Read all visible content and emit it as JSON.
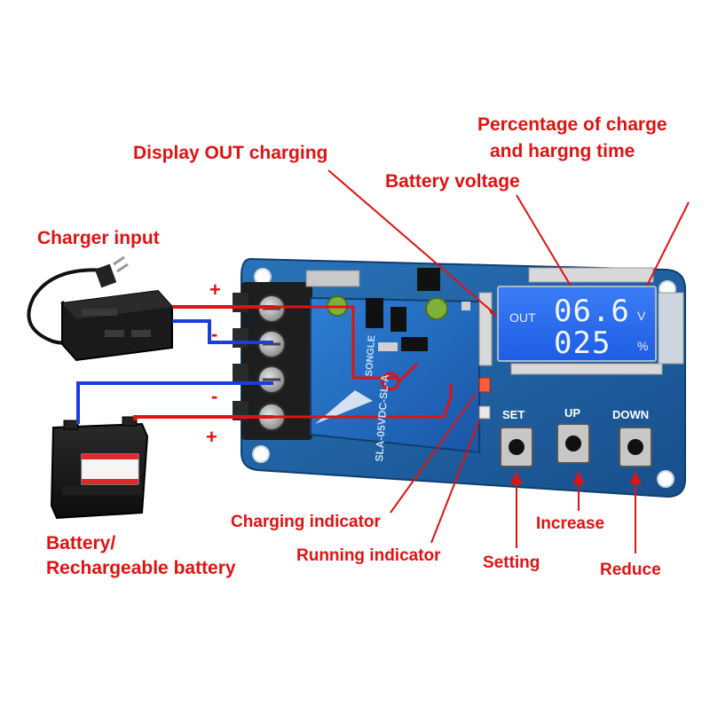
{
  "callouts": {
    "display_out": "Display OUT charging",
    "percentage_line1": "Percentage of charge",
    "percentage_line2": "and hargng time",
    "battery_voltage": "Battery voltage",
    "charger_input": "Charger input",
    "battery_line1": "Battery/",
    "battery_line2": "Rechargeable battery",
    "charging_indicator": "Charging indicator",
    "running_indicator": "Running indicator",
    "setting": "Setting",
    "increase": "Increase",
    "reduce": "Reduce"
  },
  "polarity": {
    "top_plus": "+",
    "top_minus": "-",
    "bottom_minus": "-",
    "bottom_plus": "+"
  },
  "lcd": {
    "out_label": "OUT",
    "voltage": "06.6",
    "voltage_unit": "V",
    "percent": "025",
    "percent_unit": "%"
  },
  "buttons": {
    "set": "SET",
    "up": "UP",
    "down": "DOWN"
  },
  "relay": {
    "brand": "SONGLE",
    "model": "SLA-05VDC-SL-A"
  },
  "colors": {
    "callout": "#e01212",
    "wire_positive": "#e01212",
    "wire_negative": "#1a3fd6",
    "board": "#1d5fa3",
    "lcd": "#2a6cf0"
  }
}
